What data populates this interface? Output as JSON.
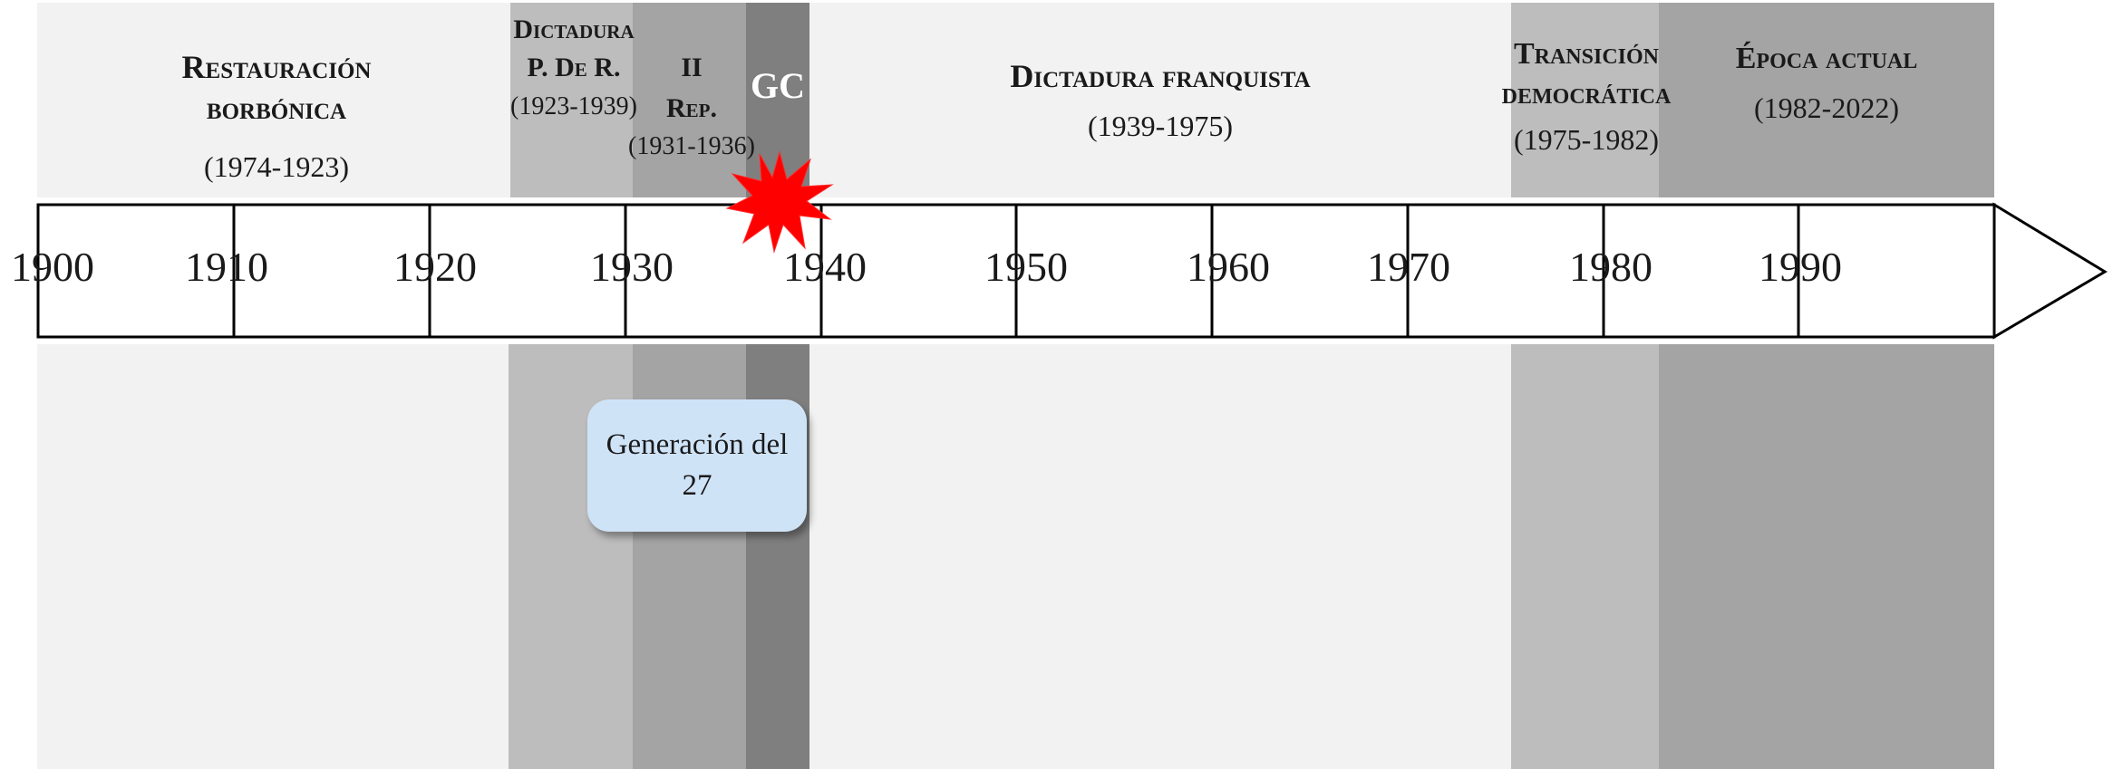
{
  "periods": [
    {
      "id": "restauracion",
      "name_line1": "Restauración",
      "name_line2": "borbónica",
      "years": "(1974-1923)"
    },
    {
      "id": "dictadura-pr",
      "name_line1": "Dictadura",
      "name_line2": "P. De R.",
      "years": "(1923-1939)"
    },
    {
      "id": "ii-rep",
      "name_line1": "II",
      "name_line2": "Rep.",
      "years": "(1931-1936)"
    },
    {
      "id": "gc",
      "name_line1": "GC",
      "name_line2": "",
      "years": ""
    },
    {
      "id": "franquista",
      "name_line1": "Dictadura franquista",
      "name_line2": "",
      "years": "(1939-1975)"
    },
    {
      "id": "transicion",
      "name_line1": "Transición",
      "name_line2": "democrática",
      "years": "(1975-1982)"
    },
    {
      "id": "actual",
      "name_line1": "Época actual",
      "name_line2": "",
      "years": "(1982-2022)"
    }
  ],
  "timeline": {
    "years": [
      "1900",
      "1910",
      "1920",
      "1930",
      "1940",
      "1950",
      "1960",
      "1970",
      "1980",
      "1990"
    ]
  },
  "event": {
    "label": "Generación del 27"
  },
  "colors": {
    "lightest": "#f2f2f2",
    "light": "#bdbdbd",
    "medium": "#a4a4a4",
    "dark": "#7f7f7f",
    "event_fill": "#cfe3f7",
    "burst": "#ff0000"
  }
}
